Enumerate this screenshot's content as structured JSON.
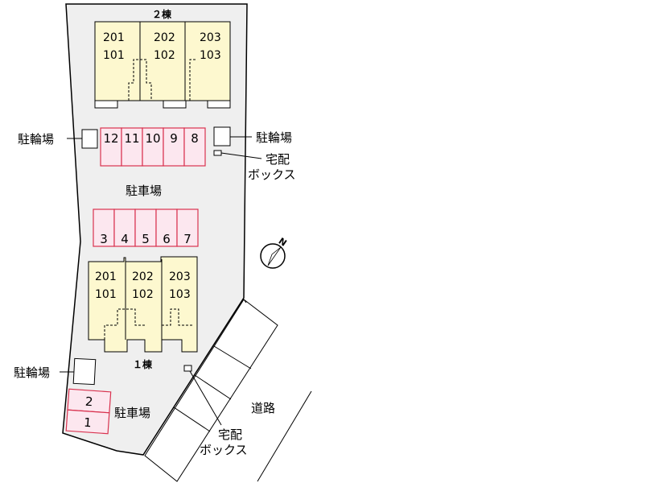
{
  "colors": {
    "site_fill": "#efefef",
    "building_fill": "#fdf8cf",
    "parking_fill": "#fce7ef",
    "parking_stroke": "#d9324f",
    "line": "#000000"
  },
  "building2": {
    "name": "２棟",
    "units": [
      {
        "upper": "201",
        "lower": "101"
      },
      {
        "upper": "202",
        "lower": "102"
      },
      {
        "upper": "203",
        "lower": "103"
      }
    ]
  },
  "building1": {
    "name": "１棟",
    "units": [
      {
        "upper": "201",
        "lower": "101"
      },
      {
        "upper": "202",
        "lower": "102"
      },
      {
        "upper": "203",
        "lower": "103"
      }
    ]
  },
  "parking_top": [
    "12",
    "11",
    "10",
    "9",
    "8"
  ],
  "parking_mid": [
    "3",
    "4",
    "5",
    "6",
    "7"
  ],
  "parking_bottom": [
    "2",
    "1"
  ],
  "labels": {
    "bike_left_top": "駐輪場",
    "bike_right_top": "駐輪場",
    "bike_left_bottom": "駐輪場",
    "delivery_top_line1": "宅配",
    "delivery_top_line2": "ボックス",
    "delivery_bottom_line1": "宅配",
    "delivery_bottom_line2": "ボックス",
    "parking_center": "駐車場",
    "parking_bottom": "駐車場",
    "road": "道路"
  },
  "compass": {
    "north": "N",
    "icon": "compass-icon"
  }
}
